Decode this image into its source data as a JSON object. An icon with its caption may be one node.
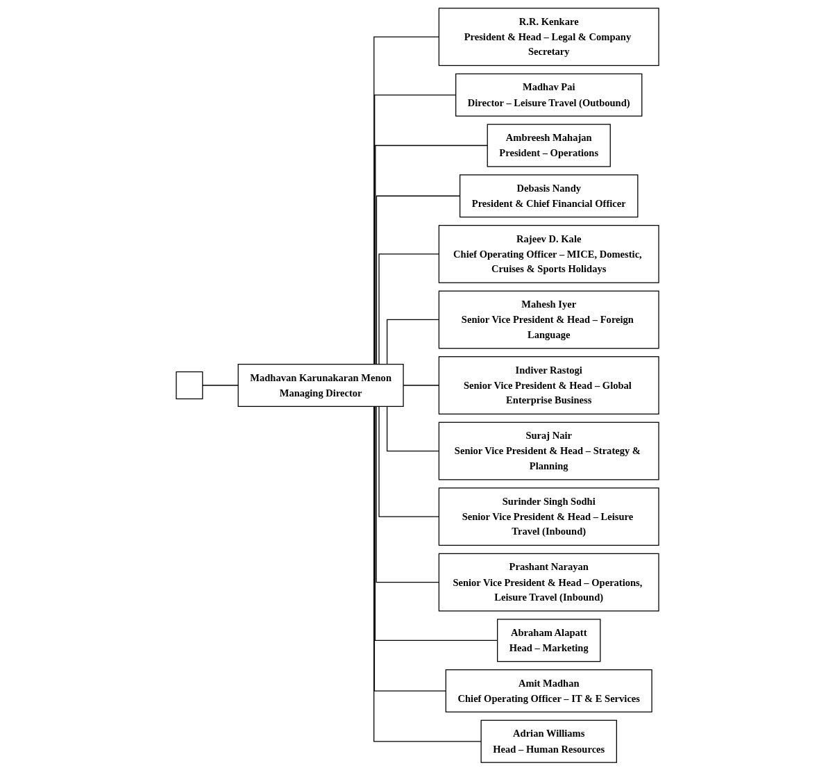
{
  "diagram": {
    "nodes": [
      {
        "text": [],
        "shape": "box"
      },
      {
        "text": [
          "Madhavan Karunakaran Menon",
          "Managing Director"
        ]
      },
      {
        "text": [
          "R.R. Kenkare",
          "President & Head – Legal & Company Secretary"
        ]
      },
      {
        "text": [
          "Madhav Pai",
          "Director – Leisure Travel (Outbound)"
        ]
      },
      {
        "text": [
          "Ambreesh Mahajan",
          "President – Operations"
        ]
      },
      {
        "text": [
          "Debasis Nandy",
          "President & Chief Financial Officer"
        ]
      },
      {
        "text": [
          "Rajeev D. Kale",
          "Chief Operating Officer – MICE, Domestic, Cruises & Sports Holidays"
        ]
      },
      {
        "text": [
          "Mahesh Iyer",
          "Senior Vice President & Head – Foreign Language"
        ]
      },
      {
        "text": [
          "Indiver Rastogi",
          "Senior Vice President & Head – Global Enterprise Business"
        ]
      },
      {
        "text": [
          "Suraj Nair",
          "Senior Vice President & Head – Strategy & Planning"
        ]
      },
      {
        "text": [
          "Surinder Singh Sodhi",
          "Senior Vice President & Head – Leisure Travel (Inbound)"
        ]
      },
      {
        "text": [
          "Prashant Narayan",
          "Senior Vice President & Head – Operations, Leisure Travel (Inbound)"
        ]
      },
      {
        "text": [
          "Abraham Alapatt",
          "Head – Marketing"
        ]
      },
      {
        "text": [
          "Amit Madhan",
          "Chief Operating Officer – IT & E Services"
        ]
      },
      {
        "text": [
          "Adrian Williams",
          "Head – Human Resources"
        ]
      }
    ],
    "edges": [
      {
        "from": 0,
        "to": 1,
        "arrow": "none"
      },
      {
        "from": 1,
        "to": 2,
        "arrow": "none"
      },
      {
        "from": 1,
        "to": 3,
        "arrow": "none"
      },
      {
        "from": 1,
        "to": 4,
        "arrow": "none"
      },
      {
        "from": 1,
        "to": 5,
        "arrow": "none"
      },
      {
        "from": 1,
        "to": 6,
        "arrow": "none"
      },
      {
        "from": 1,
        "to": 7,
        "arrow": "none"
      },
      {
        "from": 1,
        "to": 8,
        "arrow": "none"
      },
      {
        "from": 1,
        "to": 9,
        "arrow": "none"
      },
      {
        "from": 1,
        "to": 10,
        "arrow": "none"
      },
      {
        "from": 1,
        "to": 11,
        "arrow": "none"
      },
      {
        "from": 1,
        "to": 12,
        "arrow": "none"
      },
      {
        "from": 1,
        "to": 13,
        "arrow": "none"
      },
      {
        "from": 1,
        "to": 14,
        "arrow": "none"
      }
    ]
  }
}
